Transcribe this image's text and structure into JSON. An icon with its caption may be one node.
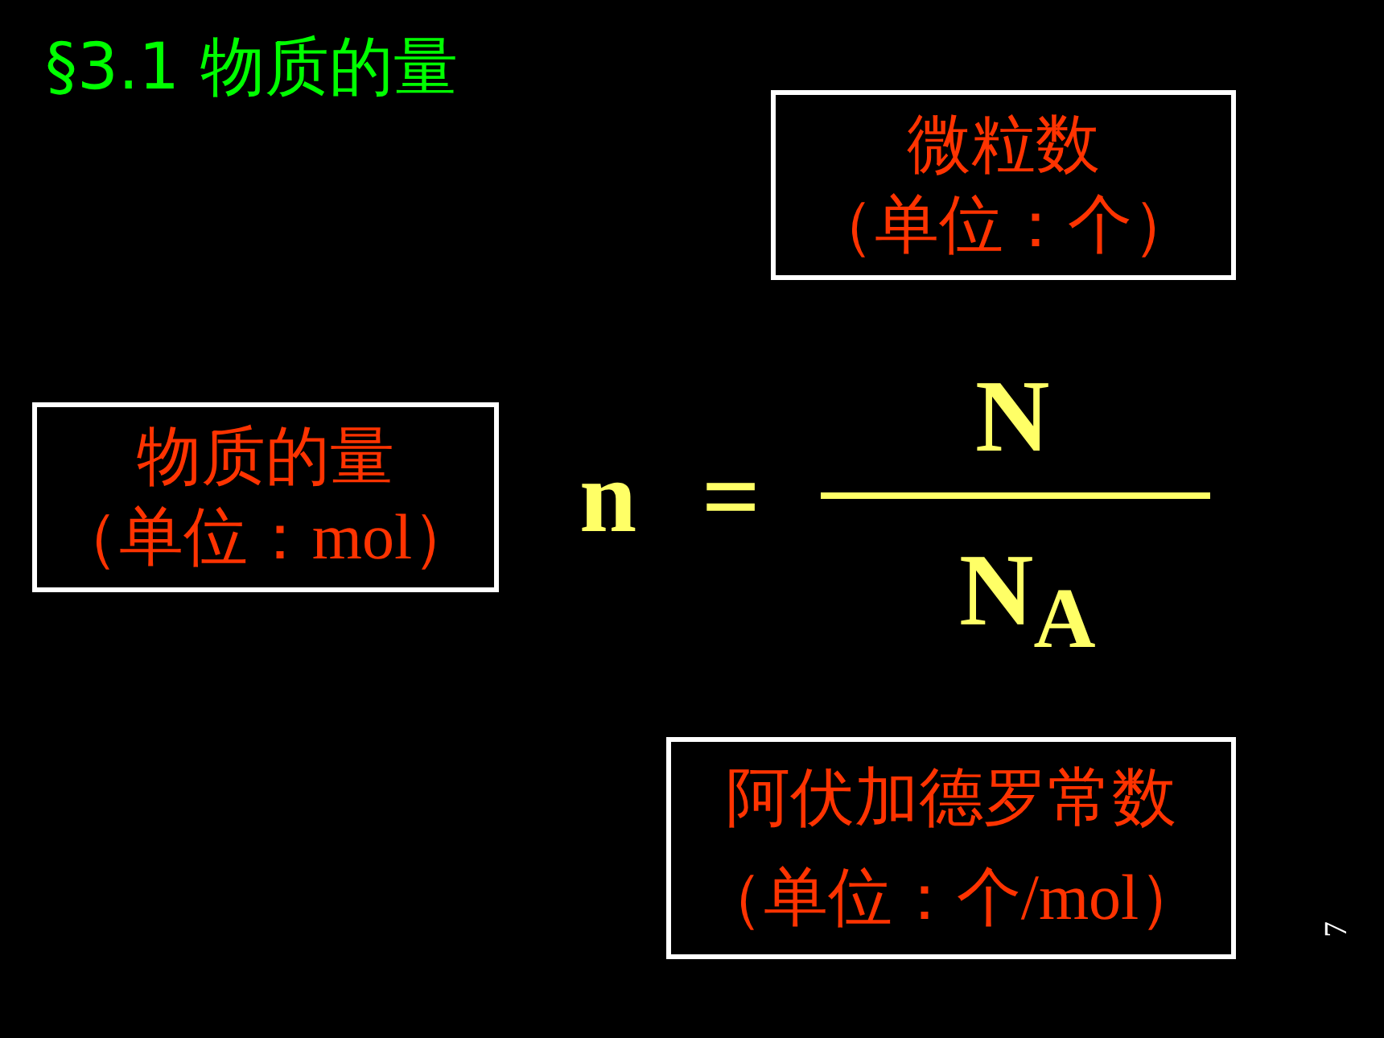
{
  "diagram": {
    "title": "§3.1 物质的量",
    "nodes": [
      {
        "text": [
          "微粒数",
          "（单位：个）"
        ]
      },
      {
        "text": [
          "物质的量",
          "（单位：mol）"
        ]
      },
      {
        "text": [
          "阿伏加德罗常数",
          "（单位：个/mol）"
        ]
      }
    ],
    "edges": [],
    "labels": [
      "N",
      "n",
      "=",
      "N$_{A}$",
      "7"
    ]
  }
}
